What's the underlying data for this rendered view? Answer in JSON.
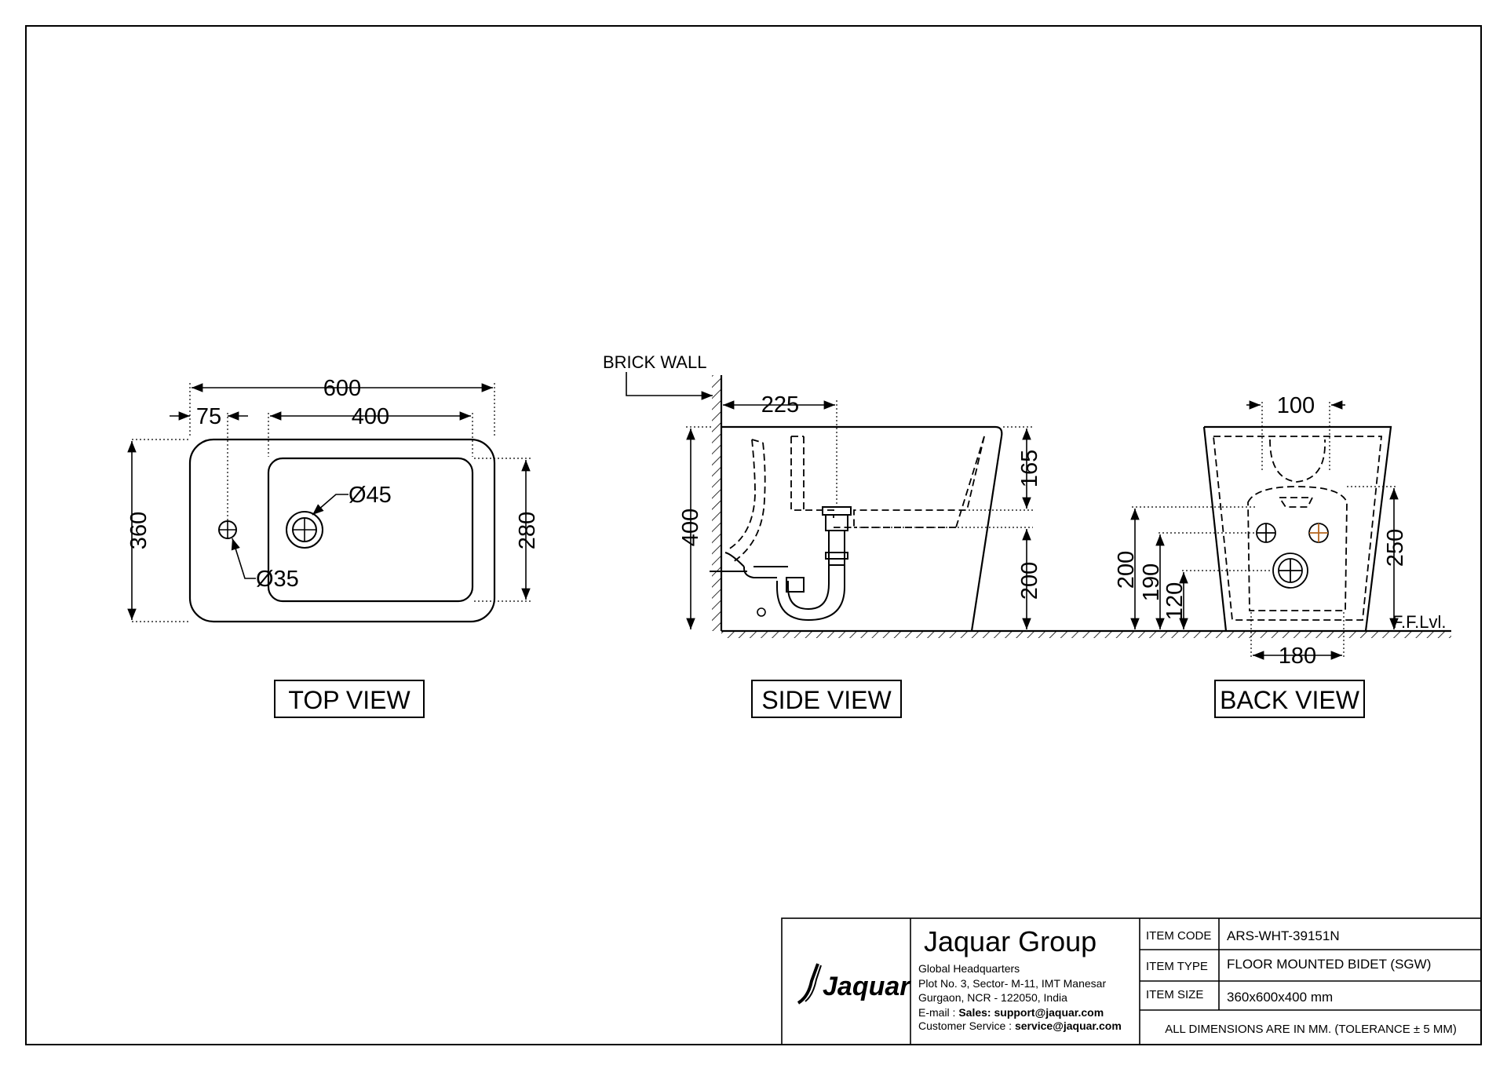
{
  "views": {
    "top": {
      "title": "TOP VIEW",
      "dims": {
        "overall_length": "600",
        "tap_offset": "75",
        "bowl_length": "400",
        "overall_width": "360",
        "bowl_width": "280",
        "drain_dia": "Ø45",
        "tap_hole_dia": "Ø35"
      }
    },
    "side": {
      "title": "SIDE VIEW",
      "wall_label": "BRICK WALL",
      "dims": {
        "drain_offset": "225",
        "height": "400",
        "bowl_depth": "165",
        "outlet_height": "200"
      }
    },
    "back": {
      "title": "BACK VIEW",
      "floor_label": "F.F.Lvl.",
      "dims": {
        "top_width": "100",
        "bottom_width": "180",
        "right_height": "250",
        "h200": "200",
        "h190": "190",
        "h120": "120"
      }
    }
  },
  "title_block": {
    "logo_text": "Jaquar",
    "company": "Jaquar Group",
    "hq_title": "Global Headquarters",
    "address_line1": "Plot No. 3, Sector- M-11, IMT Manesar",
    "address_line2": "Gurgaon, NCR - 122050, India",
    "email_label": "E-mail : ",
    "email_value": "Sales: support@jaquar.com",
    "service_label": "Customer Service : ",
    "service_value": "service@jaquar.com",
    "item_code_label": "ITEM CODE",
    "item_code": "ARS-WHT-39151N",
    "item_type_label": "ITEM TYPE",
    "item_type": "FLOOR MOUNTED BIDET (SGW)",
    "item_size_label": "ITEM SIZE",
    "item_size": "360x600x400 mm",
    "note": "ALL DIMENSIONS ARE IN MM. (TOLERANCE ± 5 MM)"
  }
}
